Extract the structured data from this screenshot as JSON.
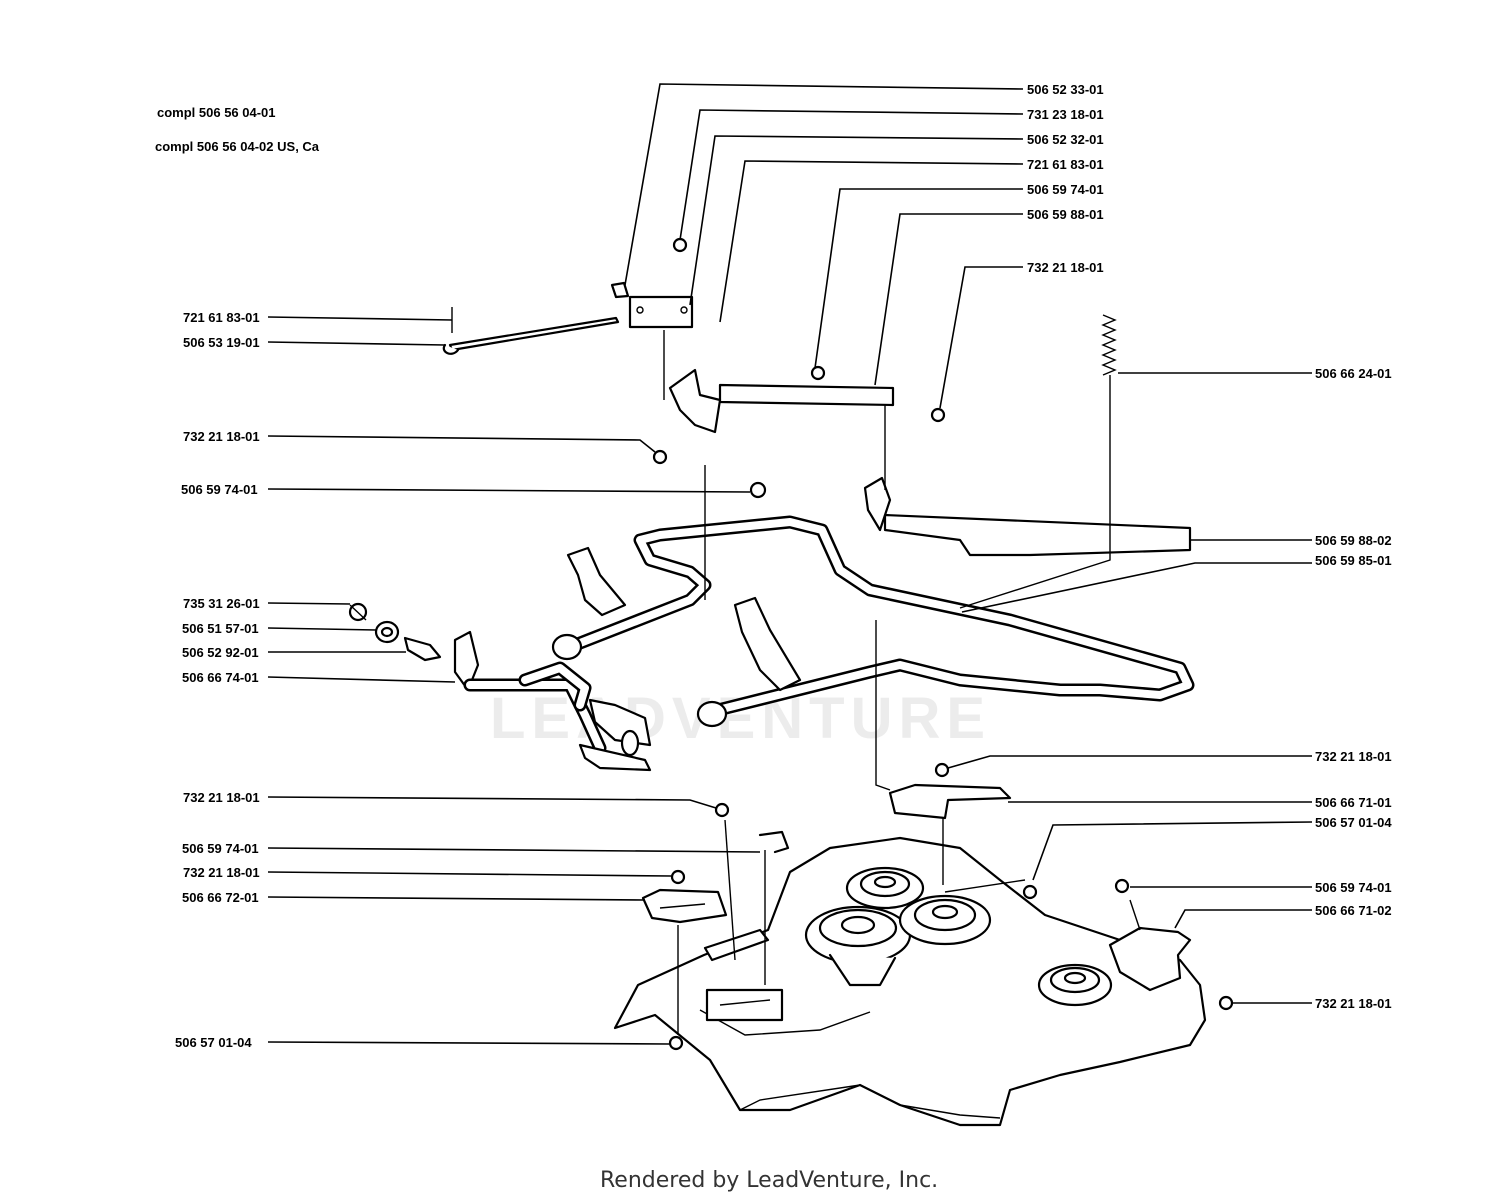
{
  "assembly": {
    "line1": "compl 506 56 04-01",
    "line2": "compl 506 56 04-02 US, Ca"
  },
  "callouts": [
    {
      "id": "c01",
      "label": "506 52 33-01"
    },
    {
      "id": "c02",
      "label": "731 23 18-01"
    },
    {
      "id": "c03",
      "label": "506 52 32-01"
    },
    {
      "id": "c04",
      "label": "721 61 83-01"
    },
    {
      "id": "c05",
      "label": "506 59 74-01"
    },
    {
      "id": "c06",
      "label": "506 59 88-01"
    },
    {
      "id": "c07",
      "label": "732 21 18-01"
    },
    {
      "id": "c08",
      "label": "506 66 24-01"
    },
    {
      "id": "c09",
      "label": "506 59 88-02"
    },
    {
      "id": "c10",
      "label": "506 59 85-01"
    },
    {
      "id": "c11",
      "label": "732 21 18-01"
    },
    {
      "id": "c12",
      "label": "506 66 71-01"
    },
    {
      "id": "c13",
      "label": "506 57 01-04"
    },
    {
      "id": "c14",
      "label": "506 59 74-01"
    },
    {
      "id": "c15",
      "label": "506 66 71-02"
    },
    {
      "id": "c16",
      "label": "732 21 18-01"
    },
    {
      "id": "c17",
      "label": "721 61 83-01"
    },
    {
      "id": "c18",
      "label": "506 53 19-01"
    },
    {
      "id": "c19",
      "label": "732 21 18-01"
    },
    {
      "id": "c20",
      "label": "506 59 74-01"
    },
    {
      "id": "c21",
      "label": "735 31 26-01"
    },
    {
      "id": "c22",
      "label": "506 51 57-01"
    },
    {
      "id": "c23",
      "label": "506 52 92-01"
    },
    {
      "id": "c24",
      "label": "506 66 74-01"
    },
    {
      "id": "c25",
      "label": "732 21 18-01"
    },
    {
      "id": "c26",
      "label": "506 59 74-01"
    },
    {
      "id": "c27",
      "label": "732 21 18-01"
    },
    {
      "id": "c28",
      "label": "506 66 72-01"
    },
    {
      "id": "c29",
      "label": "506 57 01-04"
    }
  ],
  "watermark": "LEADVENTURE",
  "footer": "Rendered by LeadVenture, Inc."
}
